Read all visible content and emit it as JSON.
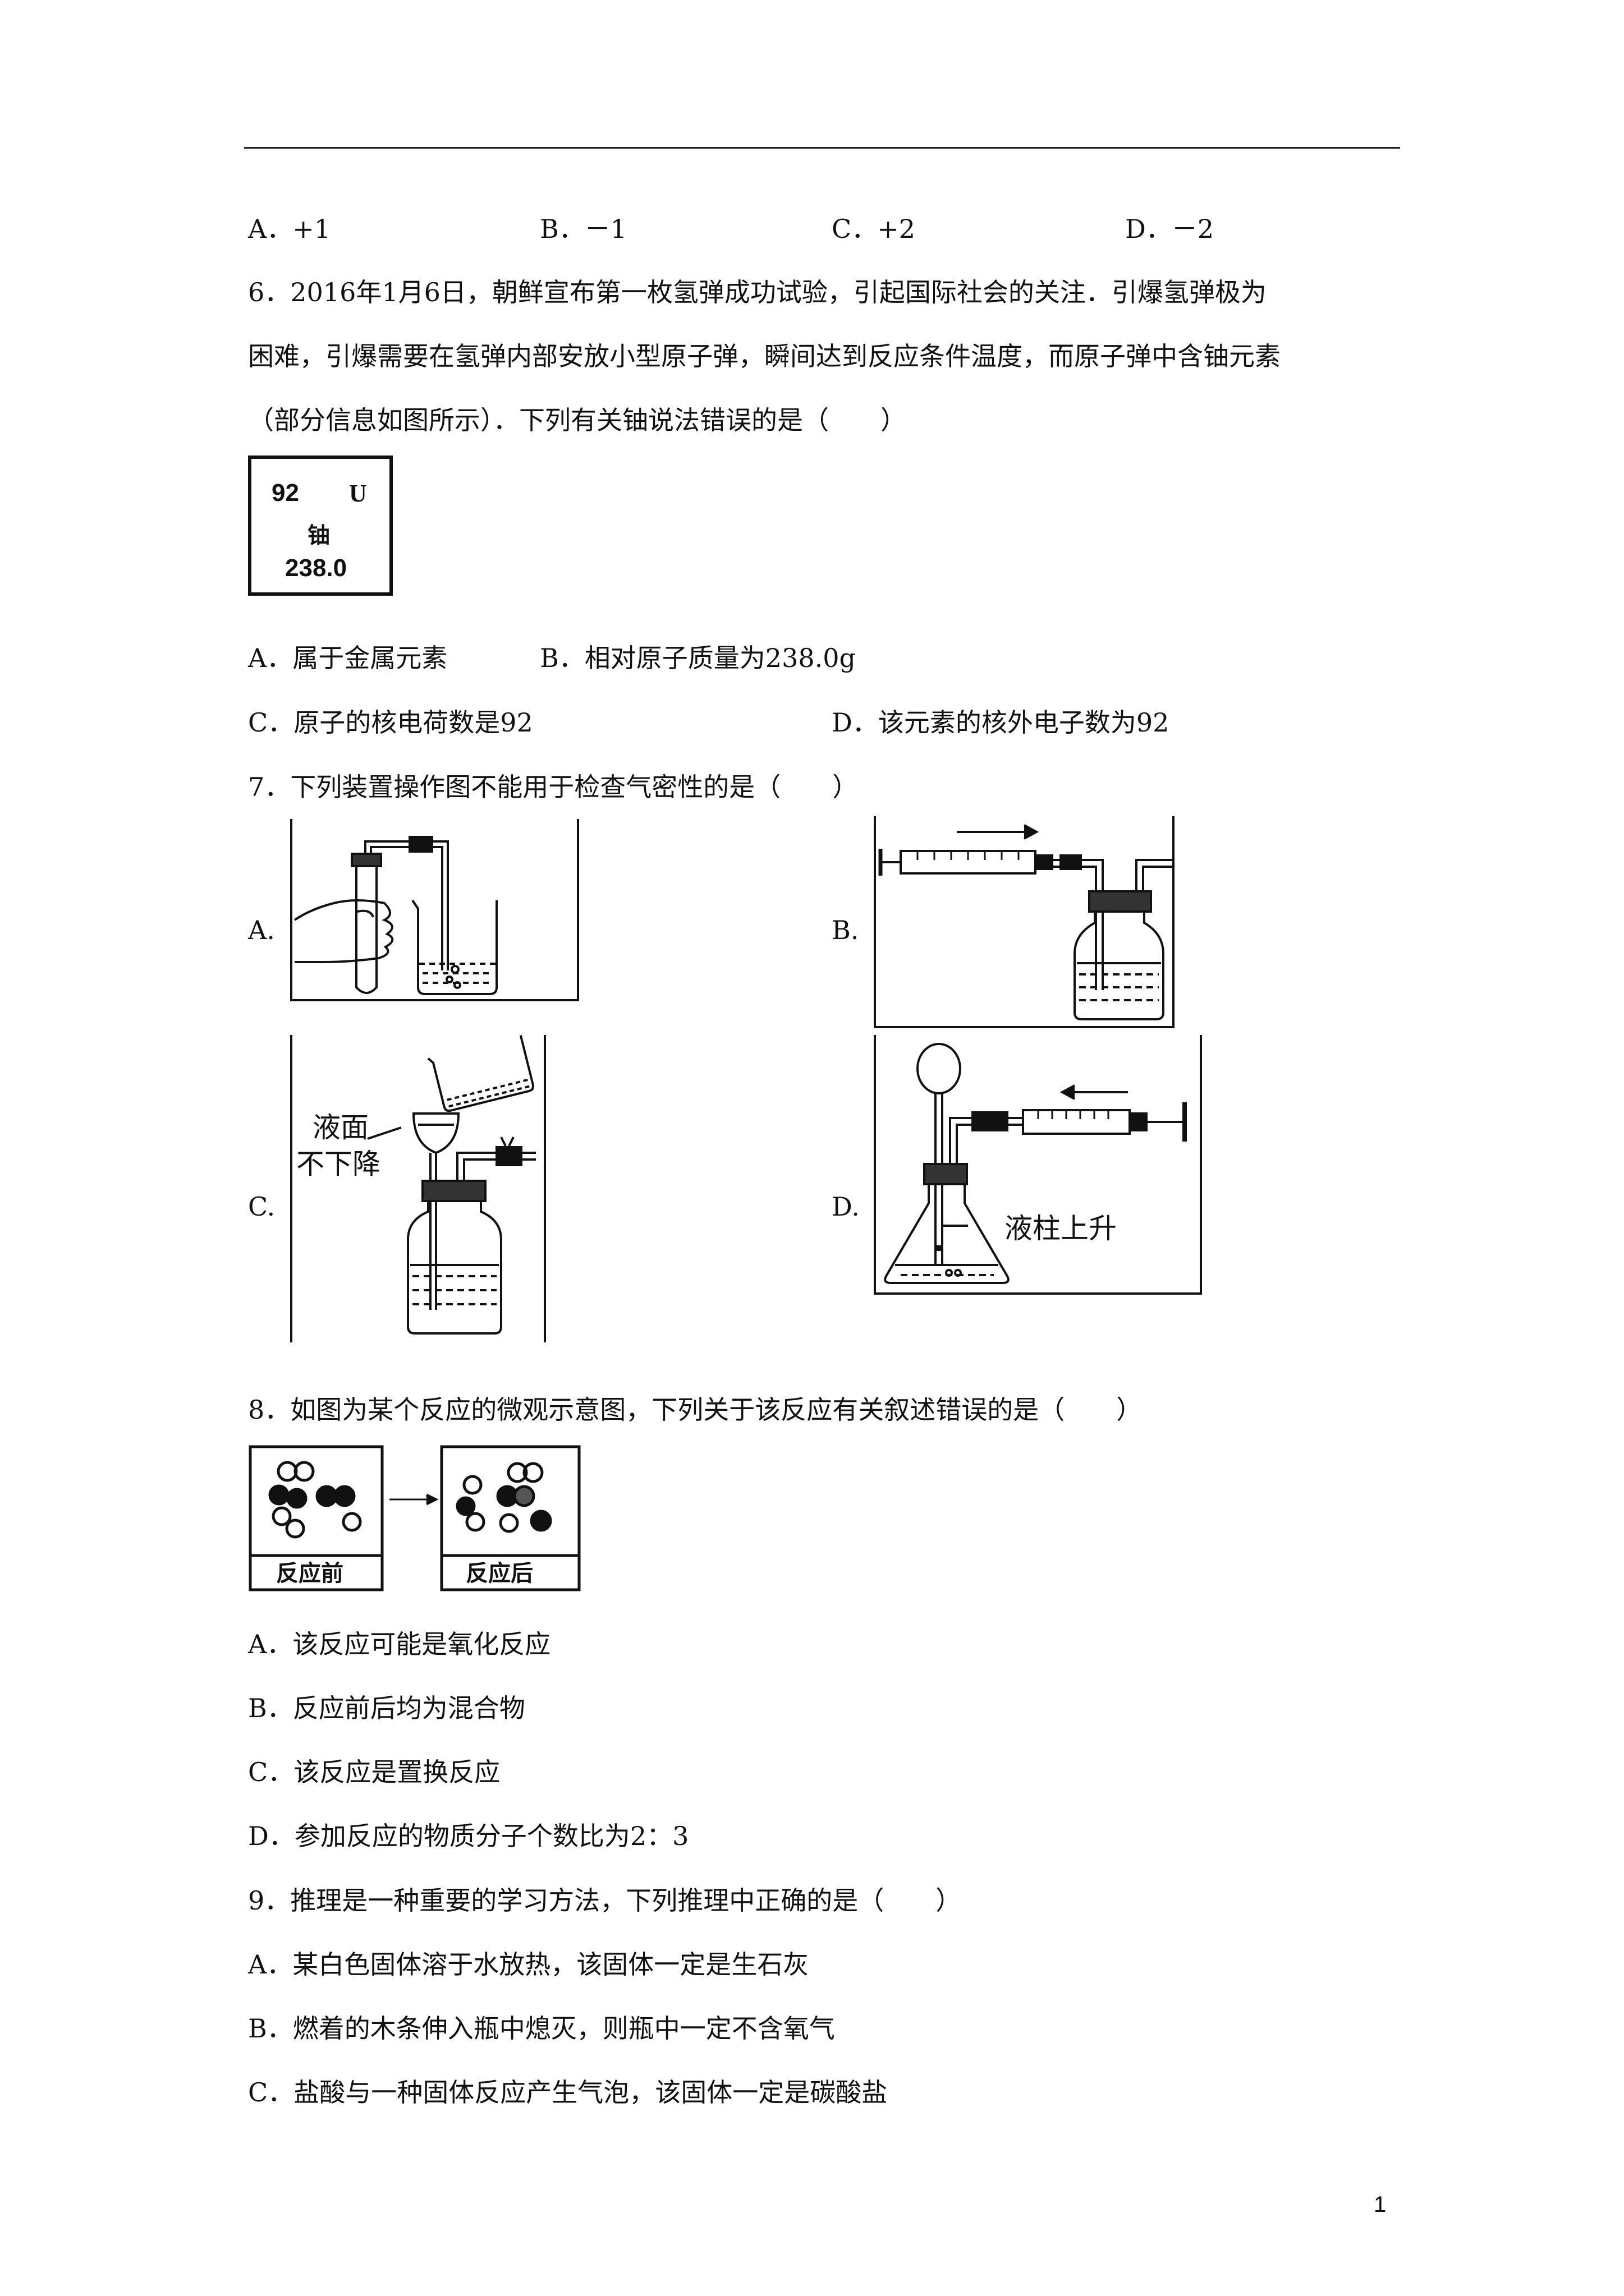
{
  "q5_options": {
    "a": "A．+1",
    "b": "B．－1",
    "c": "C．+2",
    "d": "D．－2"
  },
  "q6": {
    "stem_line1": "6．2016年1月6日，朝鲜宣布第一枚氢弹成功试验，引起国际社会的关注．引爆氢弹极为",
    "stem_line2": "困难，引爆需要在氢弹内部安放小型原子弹，瞬间达到反应条件温度，而原子弹中含铀元素",
    "stem_line3": "（部分信息如图所示）．下列有关铀说法错误的是（　　）",
    "tile": {
      "number": "92",
      "symbol": "U",
      "name": "铀",
      "mass": "238.0"
    },
    "option_a": "A．属于金属元素",
    "option_b": "B．相对原子质量为238.0g",
    "option_c": "C．原子的核电荷数是92",
    "option_d": "D．该元素的核外电子数为92"
  },
  "q7": {
    "stem": "7．下列装置操作图不能用于检查气密性的是（　　）",
    "label_a": "A.",
    "label_b": "B.",
    "label_c": "C.",
    "label_d": "D.",
    "c_text_1": "液面",
    "c_text_2": "不下降",
    "d_text": "液柱上升"
  },
  "q8": {
    "stem": "8．如图为某个反应的微观示意图，下列关于该反应有关叙述错误的是（　　）",
    "before_label": "反应前",
    "after_label": "反应后",
    "option_a": "A．该反应可能是氧化反应",
    "option_b": "B．反应前后均为混合物",
    "option_c": "C．该反应是置换反应",
    "option_d": "D．参加反应的物质分子个数比为2：3"
  },
  "q9": {
    "stem": "9．推理是一种重要的学习方法，下列推理中正确的是（　　）",
    "option_a": "A．某白色固体溶于水放热，该固体一定是生石灰",
    "option_b": "B．燃着的木条伸入瓶中熄灭，则瓶中一定不含氧气",
    "option_c": "C．盐酸与一种固体反应产生气泡，该固体一定是碳酸盐"
  },
  "page_number": "1"
}
